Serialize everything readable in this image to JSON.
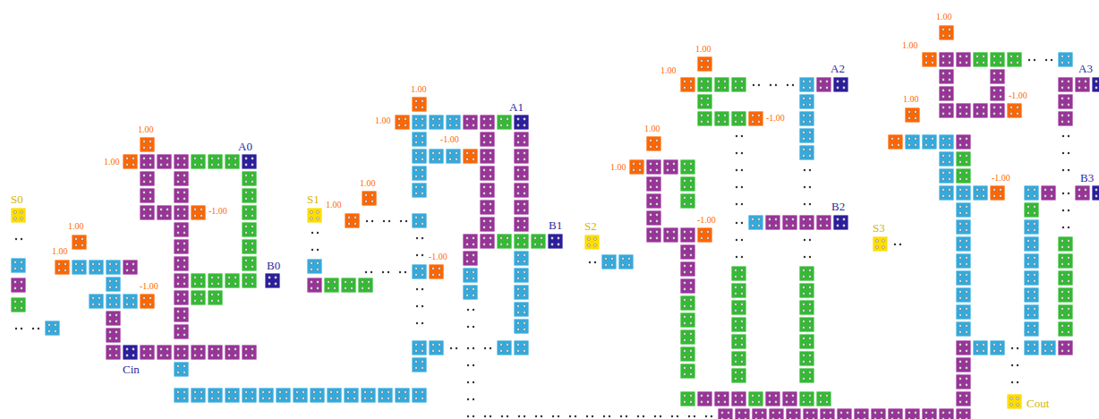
{
  "diagram": {
    "labels": [
      "S0",
      "1.00",
      "1.00",
      "-1.00",
      "Cin",
      "1.00",
      "1.00",
      "A0",
      "-1.00",
      "B0",
      "S1",
      "1.00",
      "1.00",
      "1.00",
      "1.00",
      "A1",
      "-1.00",
      "B1",
      "-1.00",
      "S2",
      "1.00",
      "1.00",
      "-1.00",
      "1.00",
      "1.00",
      "A2",
      "-1.00",
      "B2",
      "S3",
      "1.00",
      "1.00",
      "A3",
      "1.00",
      "-1.00",
      "-1.00",
      "B3",
      "Cout"
    ]
  }
}
